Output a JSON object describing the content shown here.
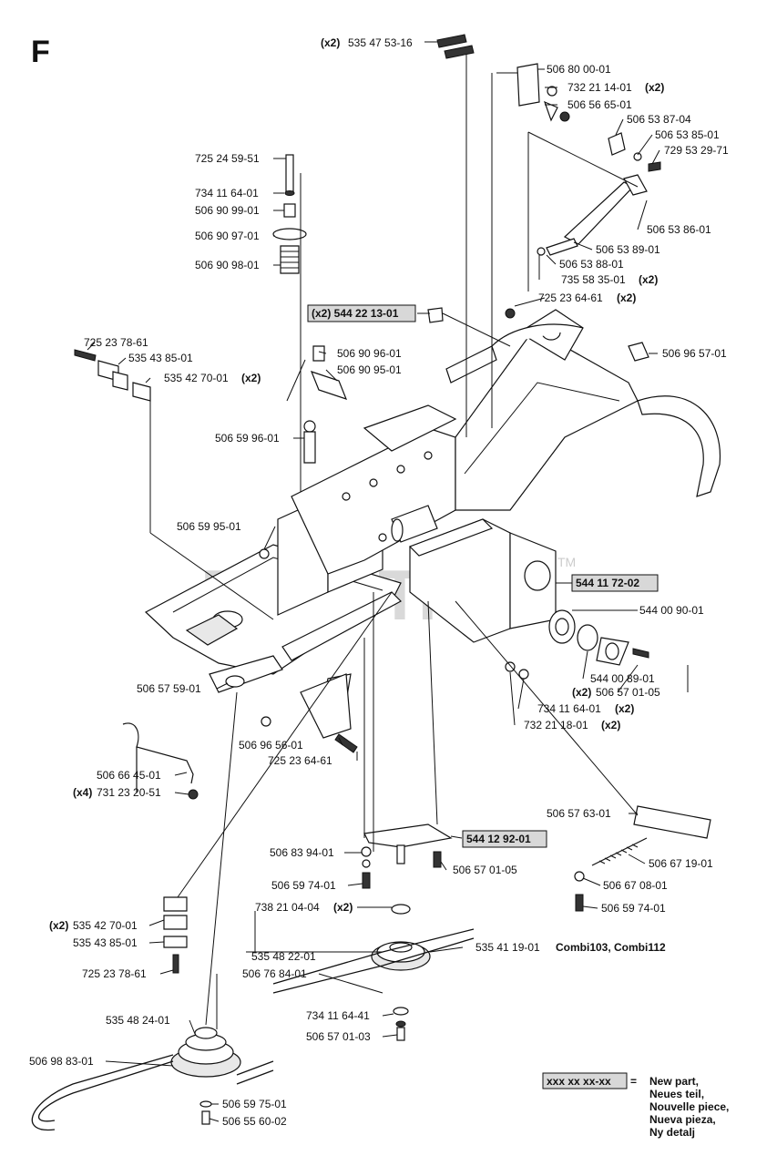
{
  "section_letter": "F",
  "watermark": "PartsTree",
  "watermark_tm": "TM",
  "legend": {
    "swatch": "xxx xx xx-xx",
    "equals": "=",
    "lines": [
      "New part,",
      "Neues teil,",
      "Nouvelle piece,",
      "Nueva pieza,",
      "Ny detalj"
    ]
  },
  "labels": {
    "l01": "(x2)",
    "l01b": "535 47 53-16",
    "l02": "506 80 00-01",
    "l03": "732 21 14-01",
    "l03b": "(x2)",
    "l04": "506 56 65-01",
    "l05": "506 53 87-04",
    "l06": "506 53 85-01",
    "l07": "729 53 29-71",
    "l08": "725 24 59-51",
    "l09": "734 11 64-01",
    "l10": "506 90 99-01",
    "l11": "506 90 97-01",
    "l12": "506 53 86-01",
    "l13": "506 90 98-01",
    "l14": "506 53 89-01",
    "l15": "506 53 88-01",
    "l16": "735 58 35-01",
    "l16b": "(x2)",
    "l17": "725 23 64-61",
    "l17b": "(x2)",
    "l18": "(x2) 544 22 13-01",
    "l19": "725 23 78-61",
    "l20": "506 90 96-01",
    "l21": "535 43 85-01",
    "l22": "506 96 57-01",
    "l23": "506 90 95-01",
    "l24": "535 42 70-01",
    "l24b": "(x2)",
    "l25": "506 59 96-01",
    "l26": "506 59 95-01",
    "l27": "544 11 72-02",
    "l28": "544 00 90-01",
    "l29": "506 57 59-01",
    "l30": "544 00 89-01",
    "l31": "(x2)",
    "l31b": "506 57 01-05",
    "l32": "734 11 64-01",
    "l32b": "(x2)",
    "l33": "732 21 18-01",
    "l33b": "(x2)",
    "l34": "506 96 56-01",
    "l35": "725 23 64-61",
    "l36": "506 66 45-01",
    "l37": "(x4)",
    "l37b": "731 23 20-51",
    "l38": "506 57 63-01",
    "l39": "544 12 92-01",
    "l40": "506 83 94-01",
    "l41": "506 57 01-05",
    "l42": "506 67 19-01",
    "l43": "506 59 74-01",
    "l44": "506 67 08-01",
    "l45": "738 21 04-04",
    "l45b": "(x2)",
    "l46": "506 59 74-01",
    "l47": "(x2)",
    "l47b": "535 42 70-01",
    "l48": "535 43 85-01",
    "l49": "535 48 22-01",
    "l50": "535 41 19-01",
    "l50b": "Combi103, Combi112",
    "l51": "725 23 78-61",
    "l52": "506 76 84-01",
    "l53": "734 11 64-41",
    "l54": "535 48 24-01",
    "l55": "506 57 01-03",
    "l56": "506 98 83-01",
    "l57": "506 59 75-01",
    "l58": "506 55 60-02"
  }
}
